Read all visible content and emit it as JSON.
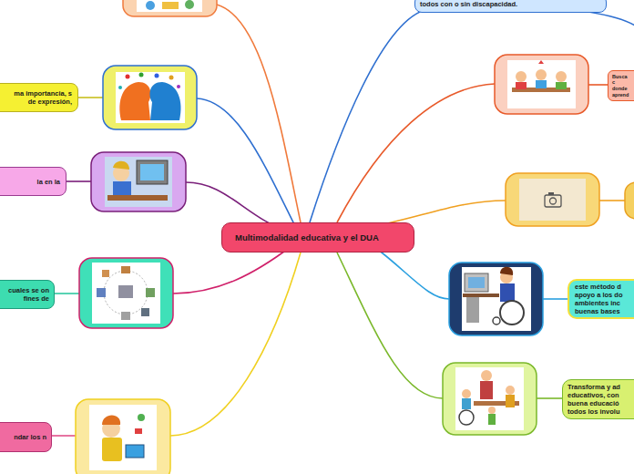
{
  "diagram": {
    "nodes": [
      {
        "text": [
          "todos con o sin discapacidad."
        ]
      },
      {
        "text": [
          "ma importancia, s de expresión,"
        ]
      },
      {
        "text": [
          "la en la"
        ]
      },
      {
        "text": [
          "Busca c donde aprend"
        ]
      },
      {
        "text": [
          "Multimodalidad educativa y el DUA"
        ]
      },
      {
        "text": [
          "cuales se on fines de"
        ]
      },
      {
        "text": [
          "este método d apoyo a los do ambientes inc buenas bases"
        ]
      },
      {
        "text": [
          "Transforma y ad educativos, con buena educació todos los involu"
        ]
      },
      {
        "text": [
          "ndar los n"
        ]
      }
    ]
  }
}
